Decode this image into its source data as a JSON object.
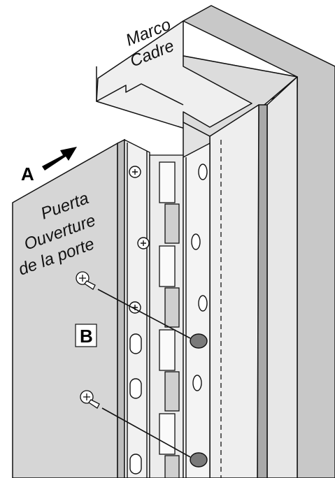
{
  "labels": {
    "frame_es": "Marco",
    "frame_fr": "Cadre",
    "door_es": "Puerta",
    "door_fr_1": "Ouverture",
    "door_fr_2": "de la porte",
    "callout_a": "A",
    "callout_b": "B"
  },
  "colors": {
    "line": "#111111",
    "frame_front": "#e9e9e9",
    "frame_side": "#c8c8c8",
    "frame_dark": "#a9a9a9",
    "door_panel": "#d6d6d6",
    "hinge_metal": "#f2f2f2",
    "hinge_dark": "#555555",
    "plug": "#7a7a7a"
  }
}
